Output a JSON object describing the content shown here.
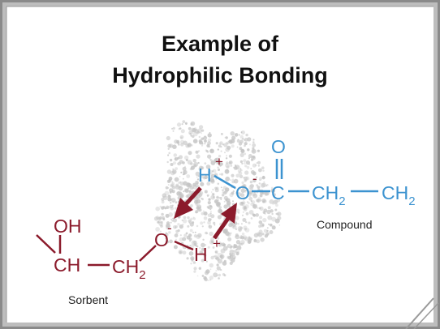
{
  "title": {
    "line1": "Example of",
    "line2": "Hydrophilic Bonding"
  },
  "labels": {
    "sorbent": "Sorbent",
    "compound": "Compound"
  },
  "sorbent_molecule": {
    "oh": "OH",
    "ch": "CH",
    "ch2": "CH",
    "ch2_sub": "2",
    "o": "O",
    "o_charge": "-",
    "h": "H",
    "h_charge": "+"
  },
  "compound_molecule": {
    "h": "H",
    "h_charge": "+",
    "o": "O",
    "o_charge": "-",
    "carbonyl_o": "O",
    "c": "C",
    "ch2": "CH",
    "ch2_sub": "2",
    "ch2_end": "CH",
    "ch2_end_sub": "2"
  },
  "colors": {
    "sorbent": "#8b1a2b",
    "compound": "#3c93d0",
    "arrow": "#8b1a2b",
    "cloud": "#c4c4c4",
    "frame": "#7a7a7a"
  }
}
